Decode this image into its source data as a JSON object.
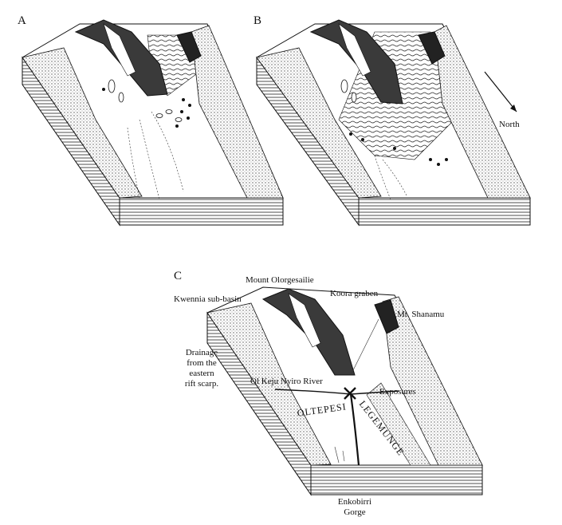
{
  "panels": {
    "a": "A",
    "b": "B",
    "c": "C"
  },
  "compass": {
    "label": "North"
  },
  "labels": {
    "mount_olorgesailie": "Mount Olorgesailie",
    "kwennia": "Kwennia sub-basin",
    "koora": "Koora graben",
    "shanamu": "Mt. Shanamu",
    "drainage": [
      "Drainage",
      "from the",
      "eastern",
      "rift scarp."
    ],
    "river": "Ol Keju Nyiro River",
    "exposures": "Exposures",
    "oltepesi": "OLTEPESI",
    "legemunge": "LEGEMUNGE",
    "gorge": [
      "Enkobirri",
      "Gorge"
    ]
  },
  "colors": {
    "ink": "#111111",
    "stipple": "#8a8a8a",
    "dark": "#3a3a3a",
    "paper": "#ffffff"
  }
}
